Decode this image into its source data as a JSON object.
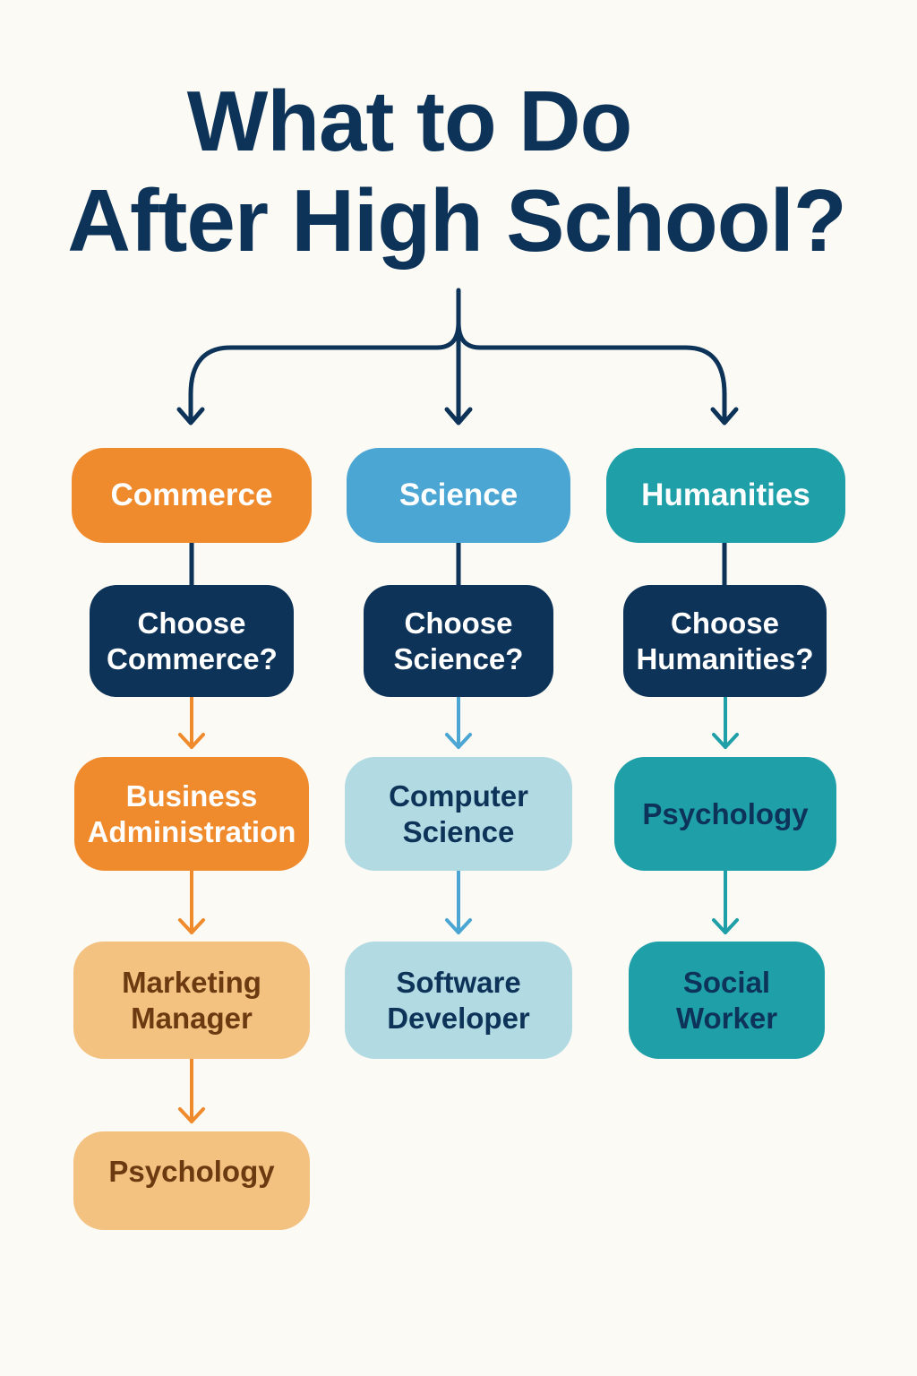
{
  "title": {
    "line1": "What to Do",
    "line2": "After High School?"
  },
  "colors": {
    "navy": "#0d3358",
    "commerce": "#ef8a2d",
    "commerce_light": "#f3c180",
    "science": "#4ba6d4",
    "science_light": "#b2dae3",
    "humanities": "#1f9fa8",
    "background": "#fcfaf5"
  },
  "streams": [
    {
      "name": "Commerce",
      "question": "Choose Commerce?",
      "path": [
        "Business Administration",
        "Marketing Manager",
        "Psychology"
      ]
    },
    {
      "name": "Science",
      "question": "Choose Science?",
      "path": [
        "Computer Science",
        "Software Developer"
      ]
    },
    {
      "name": "Humanities",
      "question": "Choose Humanities?",
      "path": [
        "Psychology",
        "Social Worker"
      ]
    }
  ]
}
